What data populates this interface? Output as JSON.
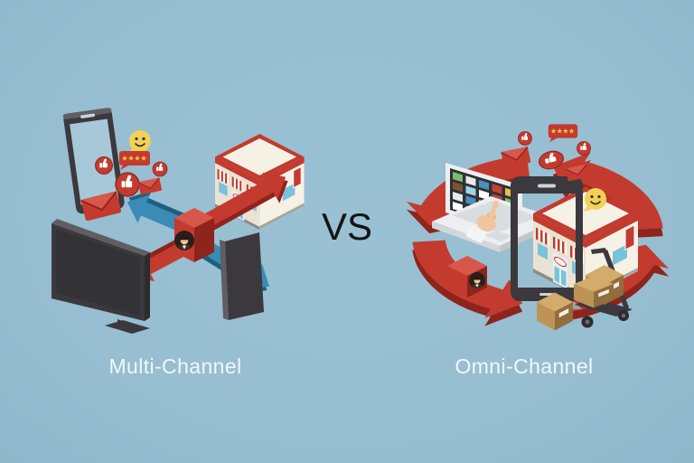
{
  "labels": {
    "left": "Multi-Channel",
    "vs": "VS",
    "right": "Omni-Channel"
  },
  "palette": {
    "background": "#9ac0d3",
    "red": "#c33b2f",
    "red_dark": "#8e241b",
    "red_light": "#d8564a",
    "blue_arrow": "#3a8bb5",
    "blue_arrow_dark": "#1e5f80",
    "device_dark": "#3b393d",
    "device_edge": "#605e63",
    "screen_blue": "#a7c8d8",
    "cream": "#eae3d3",
    "cream_light": "#f6f1e5",
    "window_blue": "#7cc1dc",
    "yellow": "#f2d158",
    "skin": "#f1c59e",
    "box_tan": "#bd9358",
    "box_tan_dark": "#926d3d",
    "box_tan_light": "#d3ab6d",
    "label_text": "#f2f7f9",
    "vs_text": "#151515"
  },
  "multi_channel": {
    "devices": [
      "smartphone",
      "television",
      "tablet",
      "retail-store"
    ],
    "hub": "customer-avatar-cube",
    "arrows": [
      "blue-arrow-to-smartphone",
      "red-arrow-to-store",
      "red-arrow-to-television",
      "blue-arrow-to-tablet"
    ],
    "floating_icons": [
      "smiley-speech-bubble",
      "star-rating-bubble",
      "thumbs-up-badge",
      "thumbs-up-badge",
      "thumbs-up-badge-large",
      "envelope",
      "envelope-large"
    ]
  },
  "omni_channel": {
    "devices": [
      "laptop-with-touch-hand",
      "smartphone-storefront",
      "retail-store"
    ],
    "hub": "customer-avatar-cube",
    "logistics": [
      "cardboard-box",
      "hand-trolley-with-boxes"
    ],
    "arrows": [
      "cycle-arrow-top-left",
      "cycle-arrow-top-right",
      "cycle-arrow-bottom-right",
      "cycle-arrow-bottom-left"
    ],
    "floating_icons": [
      "envelope",
      "thumbs-up-badge",
      "star-rating-bubble",
      "thumbs-up-oval",
      "thumbs-up-badge",
      "envelope",
      "smiley-face"
    ]
  }
}
